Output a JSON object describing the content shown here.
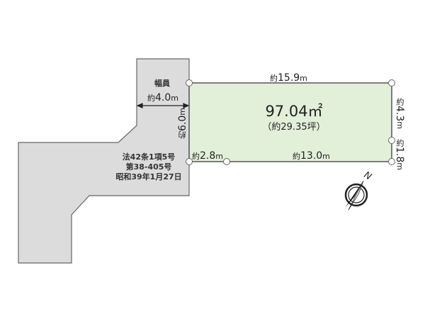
{
  "plot": {
    "area": "97.04㎡",
    "area_tsubo": "（約29.35坪）",
    "fill_color": "#e2efd9",
    "road_color": "#dcdcdc",
    "outline_color": "#555555"
  },
  "dimensions": {
    "top": {
      "prefix": "約",
      "value": "15.9",
      "unit": "m"
    },
    "right_upper": {
      "prefix": "約",
      "value": "4.3",
      "unit": "m"
    },
    "right_lower": {
      "prefix": "約",
      "value": "1.8",
      "unit": "m"
    },
    "bottom_left": {
      "prefix": "約",
      "value": "2.8",
      "unit": "m"
    },
    "bottom_right": {
      "prefix": "約",
      "value": "13.0",
      "unit": "m"
    },
    "left": {
      "prefix": "約",
      "value": "6.0",
      "unit": "m"
    }
  },
  "road": {
    "width_label": "幅員",
    "width": {
      "prefix": "約",
      "value": "4.0",
      "unit": "m"
    },
    "notes": [
      "法42条1項5号",
      "第38-405号",
      "昭和39年1月27日"
    ]
  },
  "compass": {
    "label": "N",
    "icon": "compass-north-icon"
  }
}
